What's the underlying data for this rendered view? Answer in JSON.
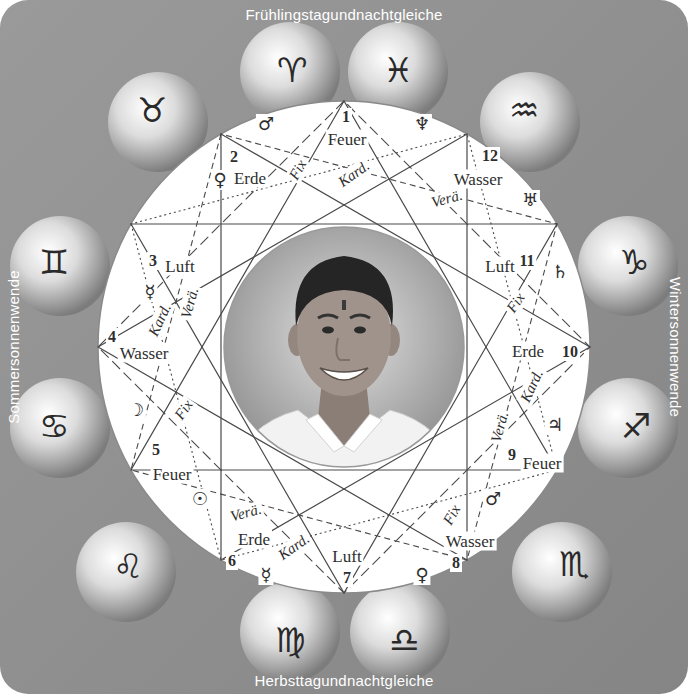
{
  "diagram": {
    "nodes": [
      {
        "text": [
          "♈"
        ]
      },
      {
        "text": [
          "♓"
        ]
      },
      {
        "text": [
          "♒"
        ]
      },
      {
        "text": [
          "♑"
        ]
      },
      {
        "text": [
          "♐"
        ]
      },
      {
        "text": [
          "♏"
        ]
      },
      {
        "text": [
          "♎"
        ]
      },
      {
        "text": [
          "♍"
        ]
      },
      {
        "text": [
          "♌"
        ]
      },
      {
        "text": [
          "♋"
        ]
      },
      {
        "text": [
          "♊"
        ]
      },
      {
        "text": [
          "♉"
        ]
      }
    ],
    "labels": [
      "Frühlingstagundnachtgleiche",
      "Sommersonnenwende",
      "Wintersonnenwende",
      "Herbsttagundnachtgleiche",
      "♂",
      "1",
      "♆",
      "Feuer",
      "2",
      "Erde",
      "Fix",
      "Kard.",
      "12",
      "Wasser",
      "Verä.",
      "♀",
      "♅",
      "3",
      "Luft",
      "☿",
      "Verä.",
      "Luft",
      "11",
      "♄",
      "Fix",
      "4",
      "Kard.",
      "Wasser",
      "Erde",
      "10",
      "Kard.",
      "☽",
      "Fix",
      "♃",
      "Verä.",
      "5",
      "Feuer",
      "9",
      "Feuer",
      "☉",
      "♂",
      "Verä.",
      "Fix",
      "Erde",
      "6",
      "Kard.",
      "Wasser",
      "8",
      "☿",
      "Luft",
      "7",
      "♀"
    ]
  }
}
